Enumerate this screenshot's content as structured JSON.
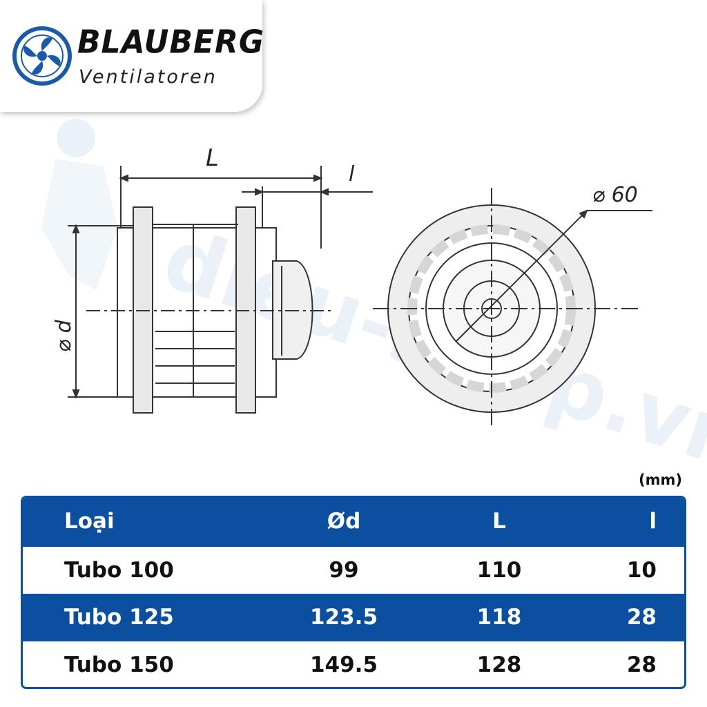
{
  "brand": {
    "name": "BLAUBERG",
    "subtitle": "Ventilatoren",
    "color": "#1a5aa8"
  },
  "watermark": {
    "text": "dieu-shop.vn",
    "color": "#dbe6f3"
  },
  "drawing": {
    "label_L": "L",
    "label_l": "l",
    "label_d": "⌀ d",
    "label_60": "⌀ 60"
  },
  "table": {
    "unit": "(mm)",
    "header_color": "#0c4fa0",
    "headers": [
      "Loại",
      "Ød",
      "L",
      "l"
    ],
    "rows": [
      [
        "Tubo 100",
        "99",
        "110",
        "10"
      ],
      [
        "Tubo 125",
        "123.5",
        "118",
        "28"
      ],
      [
        "Tubo 150",
        "149.5",
        "128",
        "28"
      ]
    ]
  }
}
